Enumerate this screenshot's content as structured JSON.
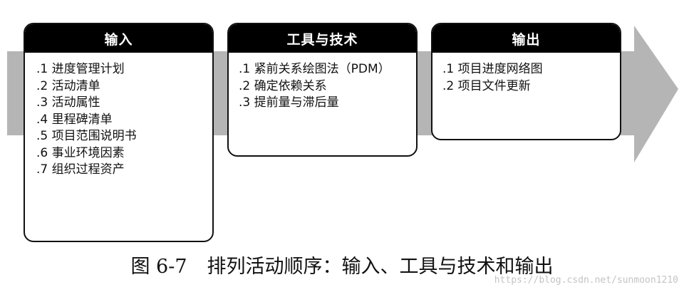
{
  "diagram": {
    "arrow_color": "#b5b5b5",
    "inputs": {
      "title": "输入",
      "items": [
        ".1 进度管理计划",
        ".2 活动清单",
        ".3 活动属性",
        ".4 里程碑清单",
        ".5 项目范围说明书",
        ".6 事业环境因素",
        ".7 组织过程资产"
      ]
    },
    "tools": {
      "title": "工具与技术",
      "items": [
        ".1 紧前关系绘图法（PDM）",
        ".2 确定依赖关系",
        ".3 提前量与滞后量"
      ]
    },
    "outputs": {
      "title": "输出",
      "items": [
        ".1 项目进度网络图",
        ".2 项目文件更新"
      ]
    }
  },
  "caption": {
    "number": "图 6-7",
    "text": "排列活动顺序：输入、工具与技术和输出"
  },
  "watermark": "https://blog.csdn.net/sunmoon1210"
}
